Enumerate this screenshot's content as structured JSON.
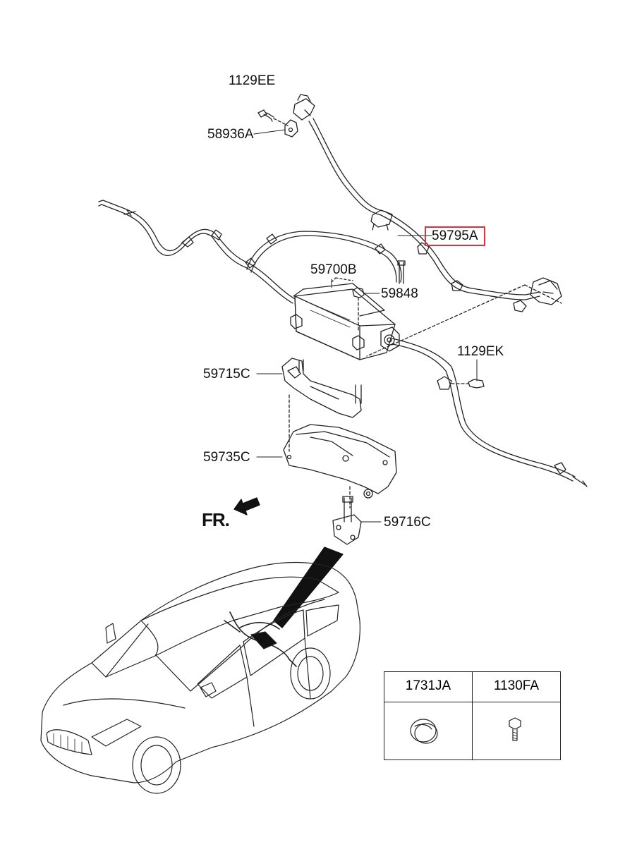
{
  "diagram": {
    "part_labels": {
      "p1129EE": "1129EE",
      "p58936A": "58936A",
      "p59795A": "59795A",
      "p59700B": "59700B",
      "p59848": "59848",
      "p1129EK": "1129EK",
      "p59715C": "59715C",
      "p59735C": "59735C",
      "p59716C": "59716C"
    },
    "direction_label": "FR.",
    "highlighted_part": "59795A",
    "highlight_color": "#e0303a",
    "legend": [
      {
        "code": "1731JA",
        "icon": "plug-cap-icon"
      },
      {
        "code": "1130FA",
        "icon": "bolt-icon"
      }
    ]
  }
}
